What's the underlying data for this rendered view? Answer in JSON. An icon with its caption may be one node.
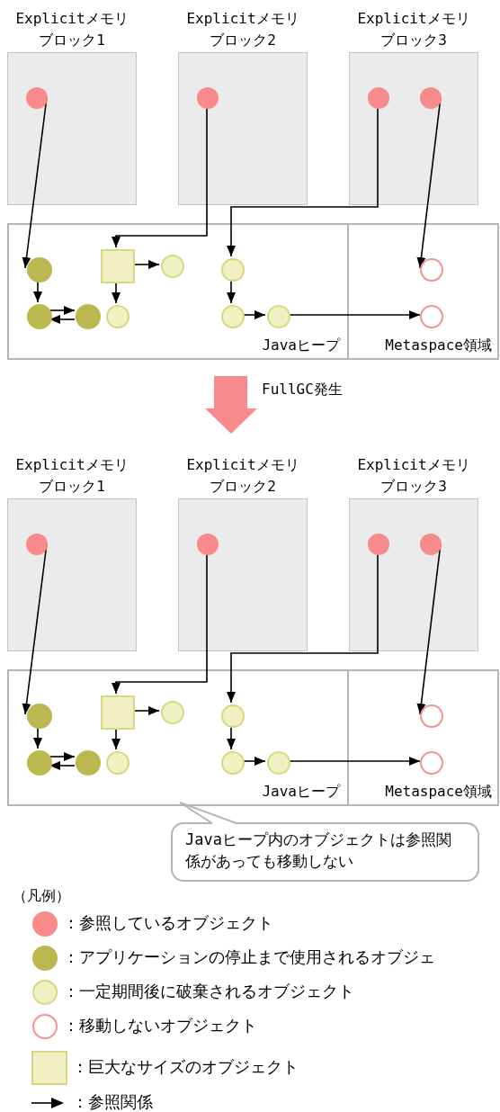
{
  "diagram": {
    "nodes": [
      {
        "text": [
          "Explicitメモリブロック1"
        ]
      },
      {
        "text": [],
        "shape": "circle",
        "in": 0
      },
      {
        "text": [
          "Explicitメモリブロック2"
        ]
      },
      {
        "text": [],
        "shape": "circle",
        "in": 2
      },
      {
        "text": [
          "Explicitメモリブロック3"
        ]
      },
      {
        "text": [],
        "shape": "circle",
        "in": 4
      },
      {
        "text": [],
        "shape": "circle",
        "in": 4
      },
      {
        "text": [
          "Javaヒープ"
        ]
      },
      {
        "text": [],
        "shape": "circle",
        "in": 7
      },
      {
        "text": [],
        "shape": "circle",
        "in": 7
      },
      {
        "text": [],
        "shape": "circle",
        "in": 7
      },
      {
        "text": [],
        "shape": "box",
        "in": 7
      },
      {
        "text": [],
        "shape": "circle",
        "in": 7
      },
      {
        "text": [],
        "shape": "circle",
        "in": 7
      },
      {
        "text": [],
        "shape": "circle",
        "in": 7
      },
      {
        "text": [],
        "shape": "circle",
        "in": 7
      },
      {
        "text": [],
        "shape": "circle",
        "in": 7
      },
      {
        "text": [
          "Metaspace領域"
        ]
      },
      {
        "text": [],
        "shape": "circle",
        "in": 17
      },
      {
        "text": [],
        "shape": "circle",
        "in": 17
      },
      {
        "text": [
          "Explicitメモリブロック1"
        ]
      },
      {
        "text": [],
        "shape": "circle",
        "in": 20
      },
      {
        "text": [
          "Explicitメモリブロック2"
        ]
      },
      {
        "text": [],
        "shape": "circle",
        "in": 22
      },
      {
        "text": [
          "Explicitメモリブロック3"
        ]
      },
      {
        "text": [],
        "shape": "circle",
        "in": 24
      },
      {
        "text": [],
        "shape": "circle",
        "in": 24
      },
      {
        "text": [
          "Javaヒープ"
        ]
      },
      {
        "text": [],
        "shape": "circle",
        "in": 27
      },
      {
        "text": [],
        "shape": "circle",
        "in": 27
      },
      {
        "text": [],
        "shape": "circle",
        "in": 27
      },
      {
        "text": [],
        "shape": "box",
        "in": 27
      },
      {
        "text": [],
        "shape": "circle",
        "in": 27
      },
      {
        "text": [],
        "shape": "circle",
        "in": 27
      },
      {
        "text": [],
        "shape": "circle",
        "in": 27
      },
      {
        "text": [],
        "shape": "circle",
        "in": 27
      },
      {
        "text": [],
        "shape": "circle",
        "in": 27
      },
      {
        "text": [
          "Metaspace領域"
        ]
      },
      {
        "text": [],
        "shape": "circle",
        "in": 37
      },
      {
        "text": [],
        "shape": "circle",
        "in": 37
      },
      {
        "text": [
          "Javaヒープ内のオブジェクトは参照関係があっても移動しない"
        ]
      }
    ],
    "edges": [
      {
        "from": 1,
        "to": 8,
        "arrow": "to"
      },
      {
        "from": 8,
        "to": 9,
        "arrow": "to"
      },
      {
        "from": 9,
        "to": 10,
        "arrow": "to"
      },
      {
        "from": 10,
        "to": 9,
        "arrow": "to"
      },
      {
        "from": 3,
        "to": 11,
        "arrow": "to"
      },
      {
        "from": 11,
        "to": 12,
        "arrow": "to"
      },
      {
        "from": 11,
        "to": 13,
        "arrow": "to"
      },
      {
        "from": 5,
        "to": 14,
        "arrow": "to"
      },
      {
        "from": 14,
        "to": 15,
        "arrow": "to"
      },
      {
        "from": 15,
        "to": 16,
        "arrow": "to"
      },
      {
        "from": 16,
        "to": 19,
        "arrow": "to"
      },
      {
        "from": 6,
        "to": 18,
        "arrow": "to"
      },
      {
        "from": 21,
        "to": 28,
        "arrow": "to"
      },
      {
        "from": 28,
        "to": 29,
        "arrow": "to"
      },
      {
        "from": 29,
        "to": 30,
        "arrow": "to"
      },
      {
        "from": 30,
        "to": 29,
        "arrow": "to"
      },
      {
        "from": 23,
        "to": 31,
        "arrow": "to"
      },
      {
        "from": 31,
        "to": 32,
        "arrow": "to"
      },
      {
        "from": 31,
        "to": 33,
        "arrow": "to"
      },
      {
        "from": 25,
        "to": 34,
        "arrow": "to"
      },
      {
        "from": 34,
        "to": 35,
        "arrow": "to"
      },
      {
        "from": 35,
        "to": 36,
        "arrow": "to"
      },
      {
        "from": 36,
        "to": 39,
        "arrow": "to"
      },
      {
        "from": 26,
        "to": 38,
        "arrow": "to"
      }
    ],
    "labels": [
      "FullGC発生",
      "（凡例）"
    ],
    "legend": [
      {
        "text": "：参照しているオブジェクト",
        "color": "#f78a8a"
      },
      {
        "text": "：アプリケーションの停止まで使用されるオブジェ",
        "color": "#bab84e"
      },
      {
        "text": "：一定期間後に破棄されるオブジェクト",
        "color": "#f0f0c2"
      },
      {
        "text": "：移動しないオブジェクト"
      },
      {
        "text": "：巨大なサイズのオブジェクト",
        "color": "#f0f0c2"
      },
      {
        "text": "：参照関係"
      }
    ]
  }
}
